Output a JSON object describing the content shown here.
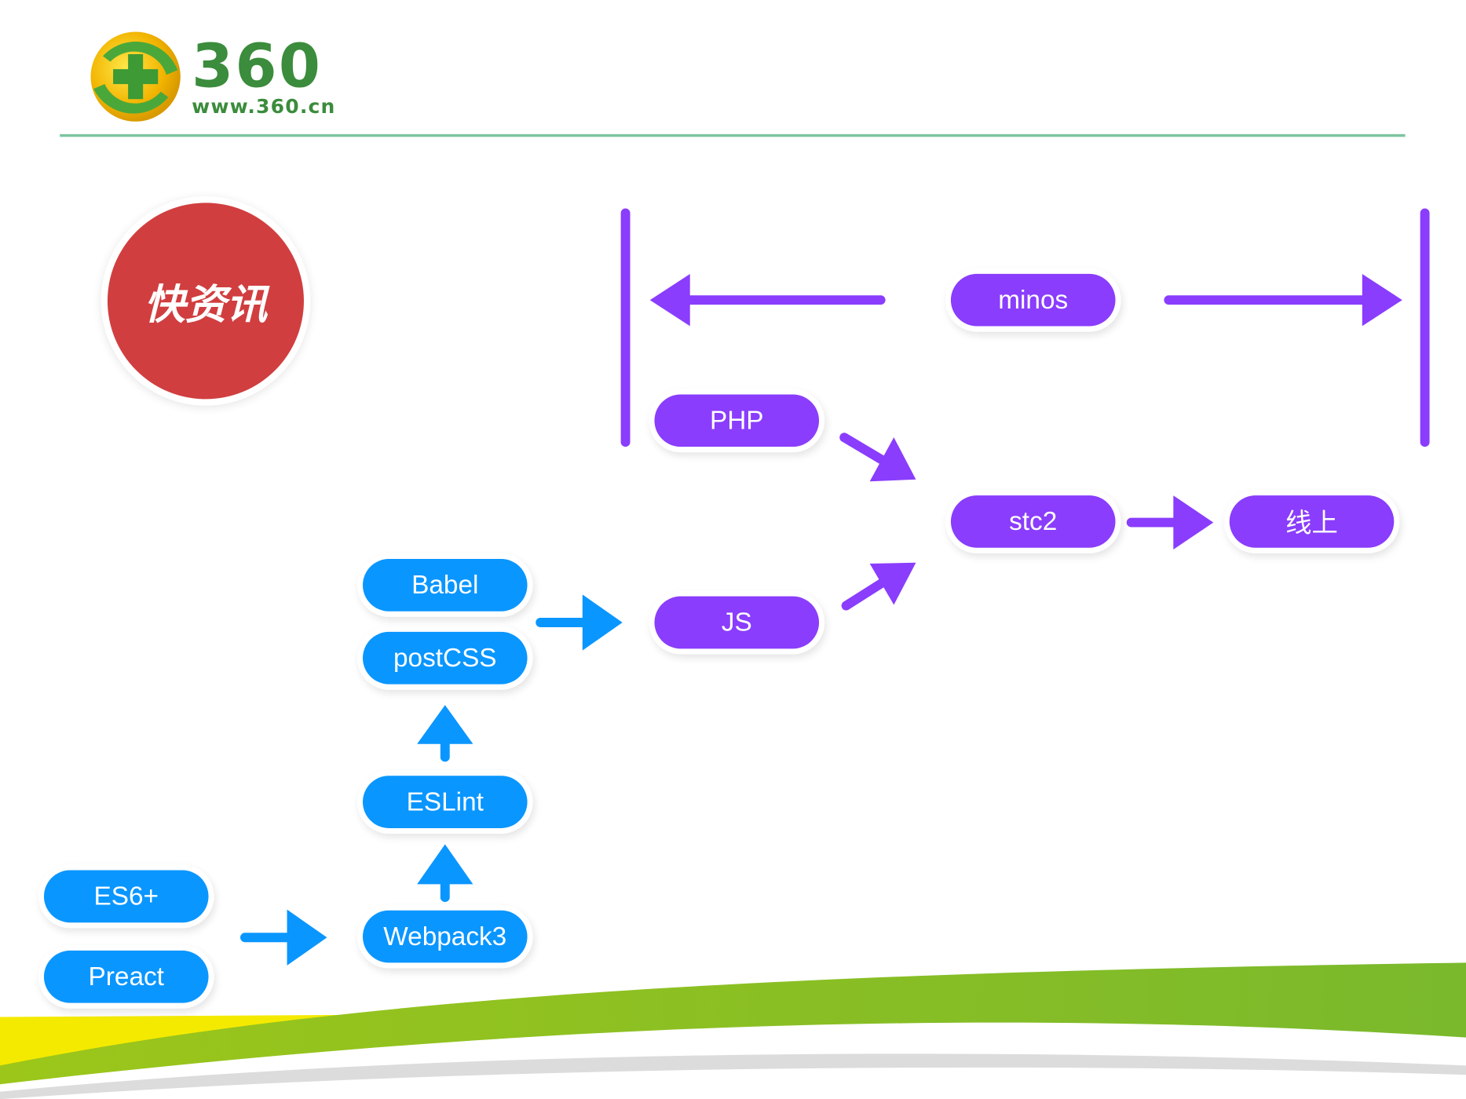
{
  "header": {
    "logo_text": "360",
    "logo_url": "www.360.cn",
    "brand_color": "#3b8c3c"
  },
  "badge": {
    "text": "快资讯",
    "color": "#d13e3f"
  },
  "nodes": {
    "minos": "minos",
    "php": "PHP",
    "stc2": "stc2",
    "online": "线上",
    "js": "JS",
    "babel": "Babel",
    "postcss": "postCSS",
    "eslint": "ESLint",
    "webpack": "Webpack3",
    "es6": "ES6+",
    "preact": "Preact"
  },
  "colors": {
    "purple": "#8a3dfc",
    "blue": "#0a96ff"
  }
}
